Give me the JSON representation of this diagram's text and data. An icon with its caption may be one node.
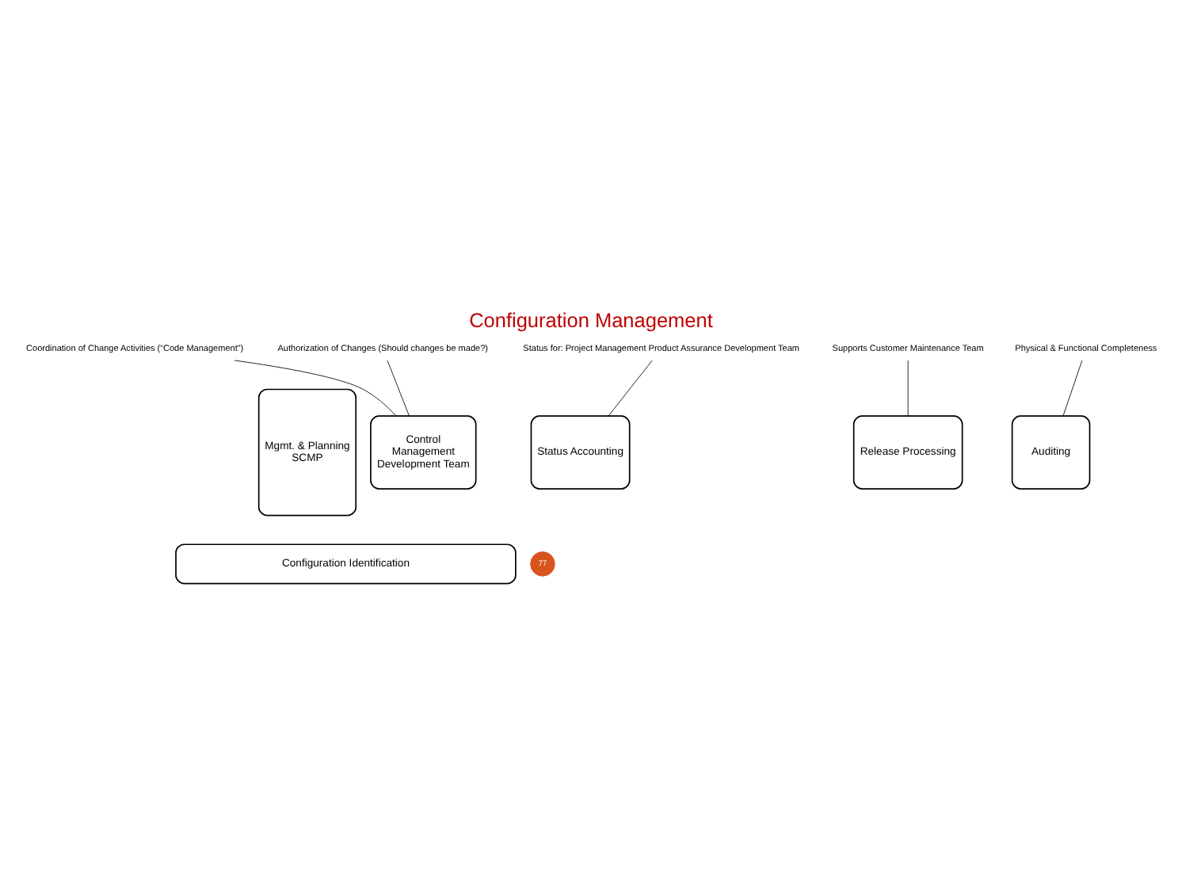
{
  "diagram": {
    "title": "Configuration Management",
    "nodes": [
      {
        "text": [
          "Mgmt. & Planning",
          "SCMP"
        ]
      },
      {
        "text": [
          "Control",
          "Management",
          "Development Team"
        ]
      },
      {
        "text": [
          "Status Accounting"
        ]
      },
      {
        "text": [
          "Release Processing"
        ]
      },
      {
        "text": [
          "Auditing"
        ]
      },
      {
        "text": [
          "Configuration Identification"
        ]
      },
      {
        "text": [
          "Coordination of Change Activities (“Code Management”)"
        ]
      },
      {
        "text": [
          "Authorization of Changes (Should changes be made?)"
        ]
      },
      {
        "text": [
          "Status for: Project Management Product Assurance Development Team"
        ]
      },
      {
        "text": [
          "Supports Customer Maintenance Team"
        ]
      },
      {
        "text": [
          "Physical & Functional Completeness"
        ]
      },
      {
        "text": [
          "77"
        ]
      }
    ],
    "edges": [
      {
        "from": 6,
        "to": 1,
        "arrow": "none"
      },
      {
        "from": 7,
        "to": 1,
        "arrow": "none"
      },
      {
        "from": 8,
        "to": 2,
        "arrow": "none"
      },
      {
        "from": 9,
        "to": 3,
        "arrow": "none"
      },
      {
        "from": 10,
        "to": 4,
        "arrow": "none"
      }
    ]
  }
}
